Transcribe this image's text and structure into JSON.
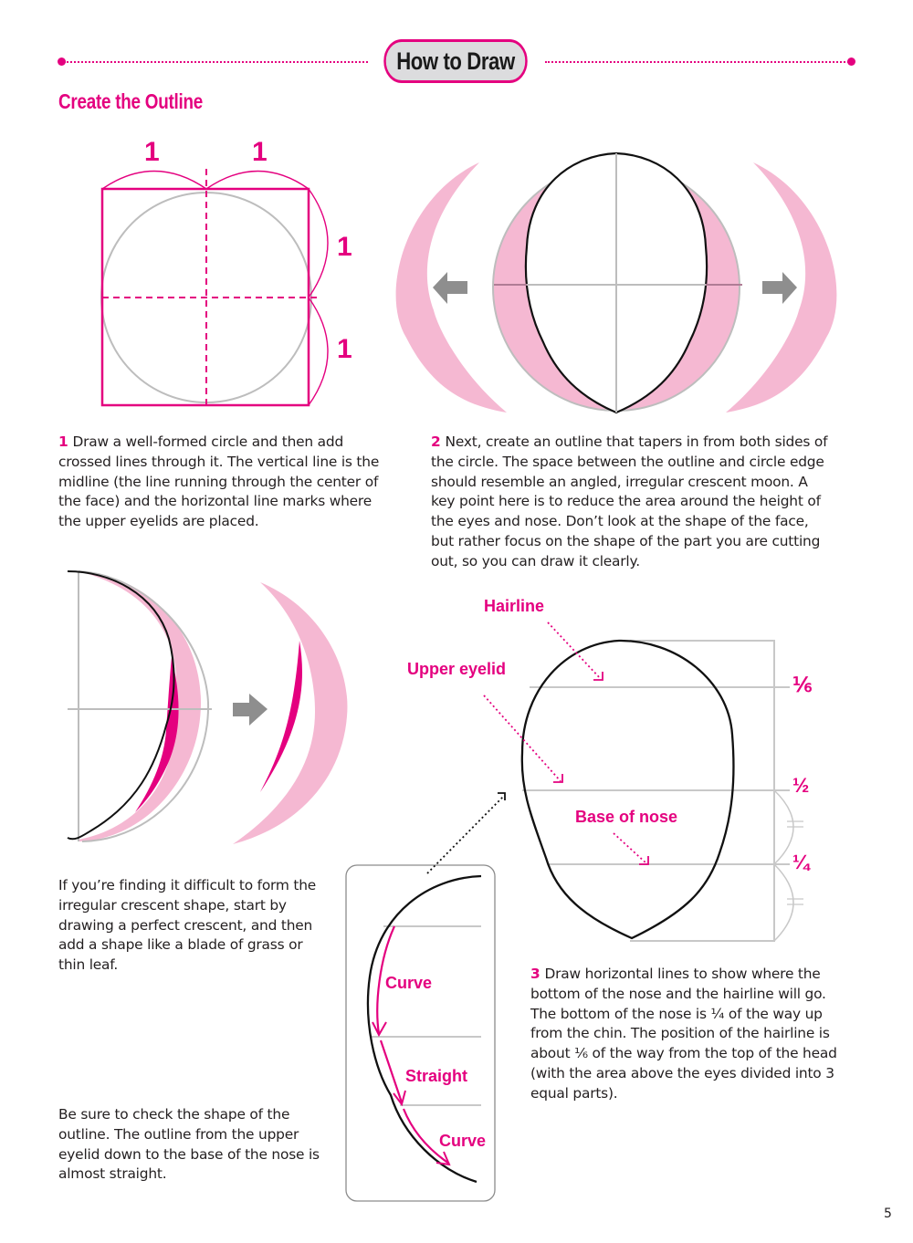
{
  "header": {
    "title": "How to Draw",
    "accent_color": "#e4007f",
    "pill_fill": "#dcdcde"
  },
  "section": {
    "title": "Create the Outline"
  },
  "figure1": {
    "ratio_labels": [
      "1",
      "1",
      "1",
      "1"
    ]
  },
  "step1": {
    "number": "1",
    "text": "Draw a well-formed circle and then add crossed lines through it. The vertical line is the midline (the line running through the center of the face) and the horizontal line marks where the upper eyelids are placed."
  },
  "step2": {
    "number": "2",
    "text": "Next, create an outline that tapers in from both sides of the circle. The space between the outline and circle edge should resemble an angled, irregular crescent moon. A key point here is to reduce the area around the height of the eyes and nose. Don’t look at the shape of the face, but rather focus on the shape of the part you are cutting out, so you can draw it clearly."
  },
  "tip_crescent": {
    "text": "If you’re finding it difficult to form the irregular crescent shape, start by drawing a perfect crescent, and then add a shape like a blade of grass or thin leaf."
  },
  "tip_outline": {
    "text": "Be sure to check the shape of the outline. The outline from the upper eyelid down to the base of the nose is almost straight."
  },
  "inset": {
    "labels": [
      "Curve",
      "Straight",
      "Curve"
    ]
  },
  "figure3": {
    "labels": {
      "hairline": "Hairline",
      "upper_eyelid": "Upper eyelid",
      "base_of_nose": "Base of nose"
    },
    "fractions": [
      "⅙",
      "½",
      "¼"
    ]
  },
  "step3": {
    "number": "3",
    "text": "Draw horizontal lines to show where the bottom of the nose and the hairline will go. The bottom of the nose is ¼ of the way up from the chin. The position of the hairline is about ⅙ of the way from the top of the head (with the area above the eyes divided into 3 equal parts)."
  },
  "page": {
    "number": "5"
  }
}
